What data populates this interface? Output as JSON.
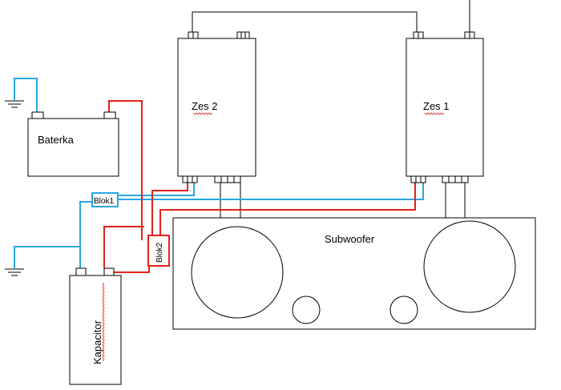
{
  "labels": {
    "amp2": "Zes 2",
    "amp1": "Zes 1",
    "battery": "Baterka",
    "subwoofer": "Subwoofer",
    "capacitor": "Kapacitor",
    "block1": "Blok1",
    "block2": "Blok2"
  },
  "colors": {
    "ground_wire": "#29a8e0",
    "power_wire": "#e2231a",
    "signal_wire": "#000000"
  }
}
